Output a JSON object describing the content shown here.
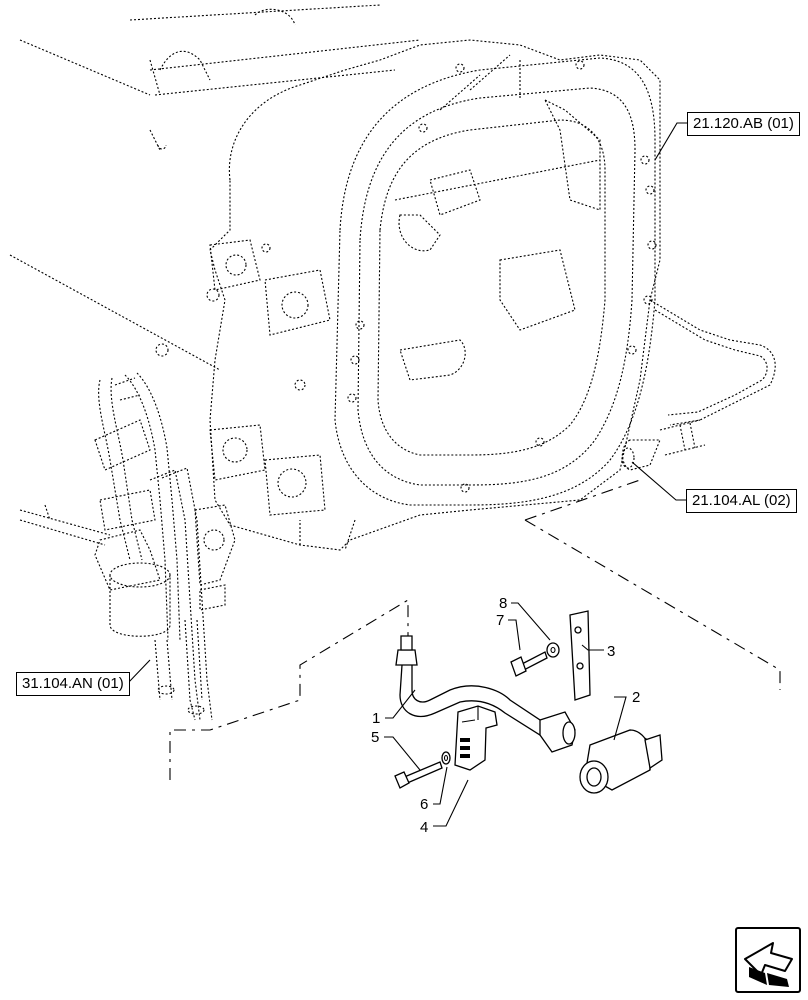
{
  "references": {
    "ref_21_120_ab": "21.120.AB (01)",
    "ref_21_104_al": "21.104.AL (02)",
    "ref_31_104_an": "31.104.AN (01)"
  },
  "callouts": {
    "c1": "1",
    "c2": "2",
    "c3": "3",
    "c4": "4",
    "c5": "5",
    "c6": "6",
    "c7": "7",
    "c8": "8"
  },
  "icons": {
    "nav": "navigation-arrow-icon"
  }
}
